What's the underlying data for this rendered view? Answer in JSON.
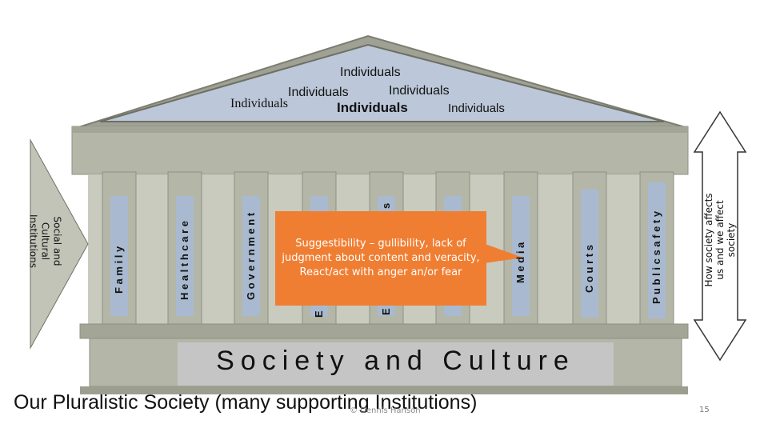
{
  "pediment": {
    "line1": "Individuals",
    "line2_left": "Individuals",
    "line2_right": "Individuals",
    "line3_left": "Individuals",
    "line3_center": "Individuals",
    "line3_right": "Individuals"
  },
  "left_arrow_label": "Social and Cultural Institutions",
  "right_arrow_label": "How society affects us and we affect society",
  "columns": {
    "family": "F a m i l y",
    "healthcare": "H e a l t h c a r e",
    "government": "G o v e r n m e n t",
    "col_e1": "E",
    "col_e2": "E",
    "col_s": "s",
    "media": "M e d i a",
    "courts": "C o u r t s",
    "public_safety": "P u b l i c   s a f e t y"
  },
  "callout": "Suggestibility – gullibility, lack of judgment about content and veracity, React/act with anger an/or fear",
  "base_label": "Society and Culture",
  "caption": "Our Pluralistic Society (many supporting Institutions)",
  "copyright": "© Dennis Hanson",
  "page_number": "15",
  "colors": {
    "stone": "#b4b6a8",
    "stone_dark": "#8e9082",
    "pediment": "#bcc8d9",
    "callout": "#f07e32",
    "column_inner": "#a9bad0"
  }
}
